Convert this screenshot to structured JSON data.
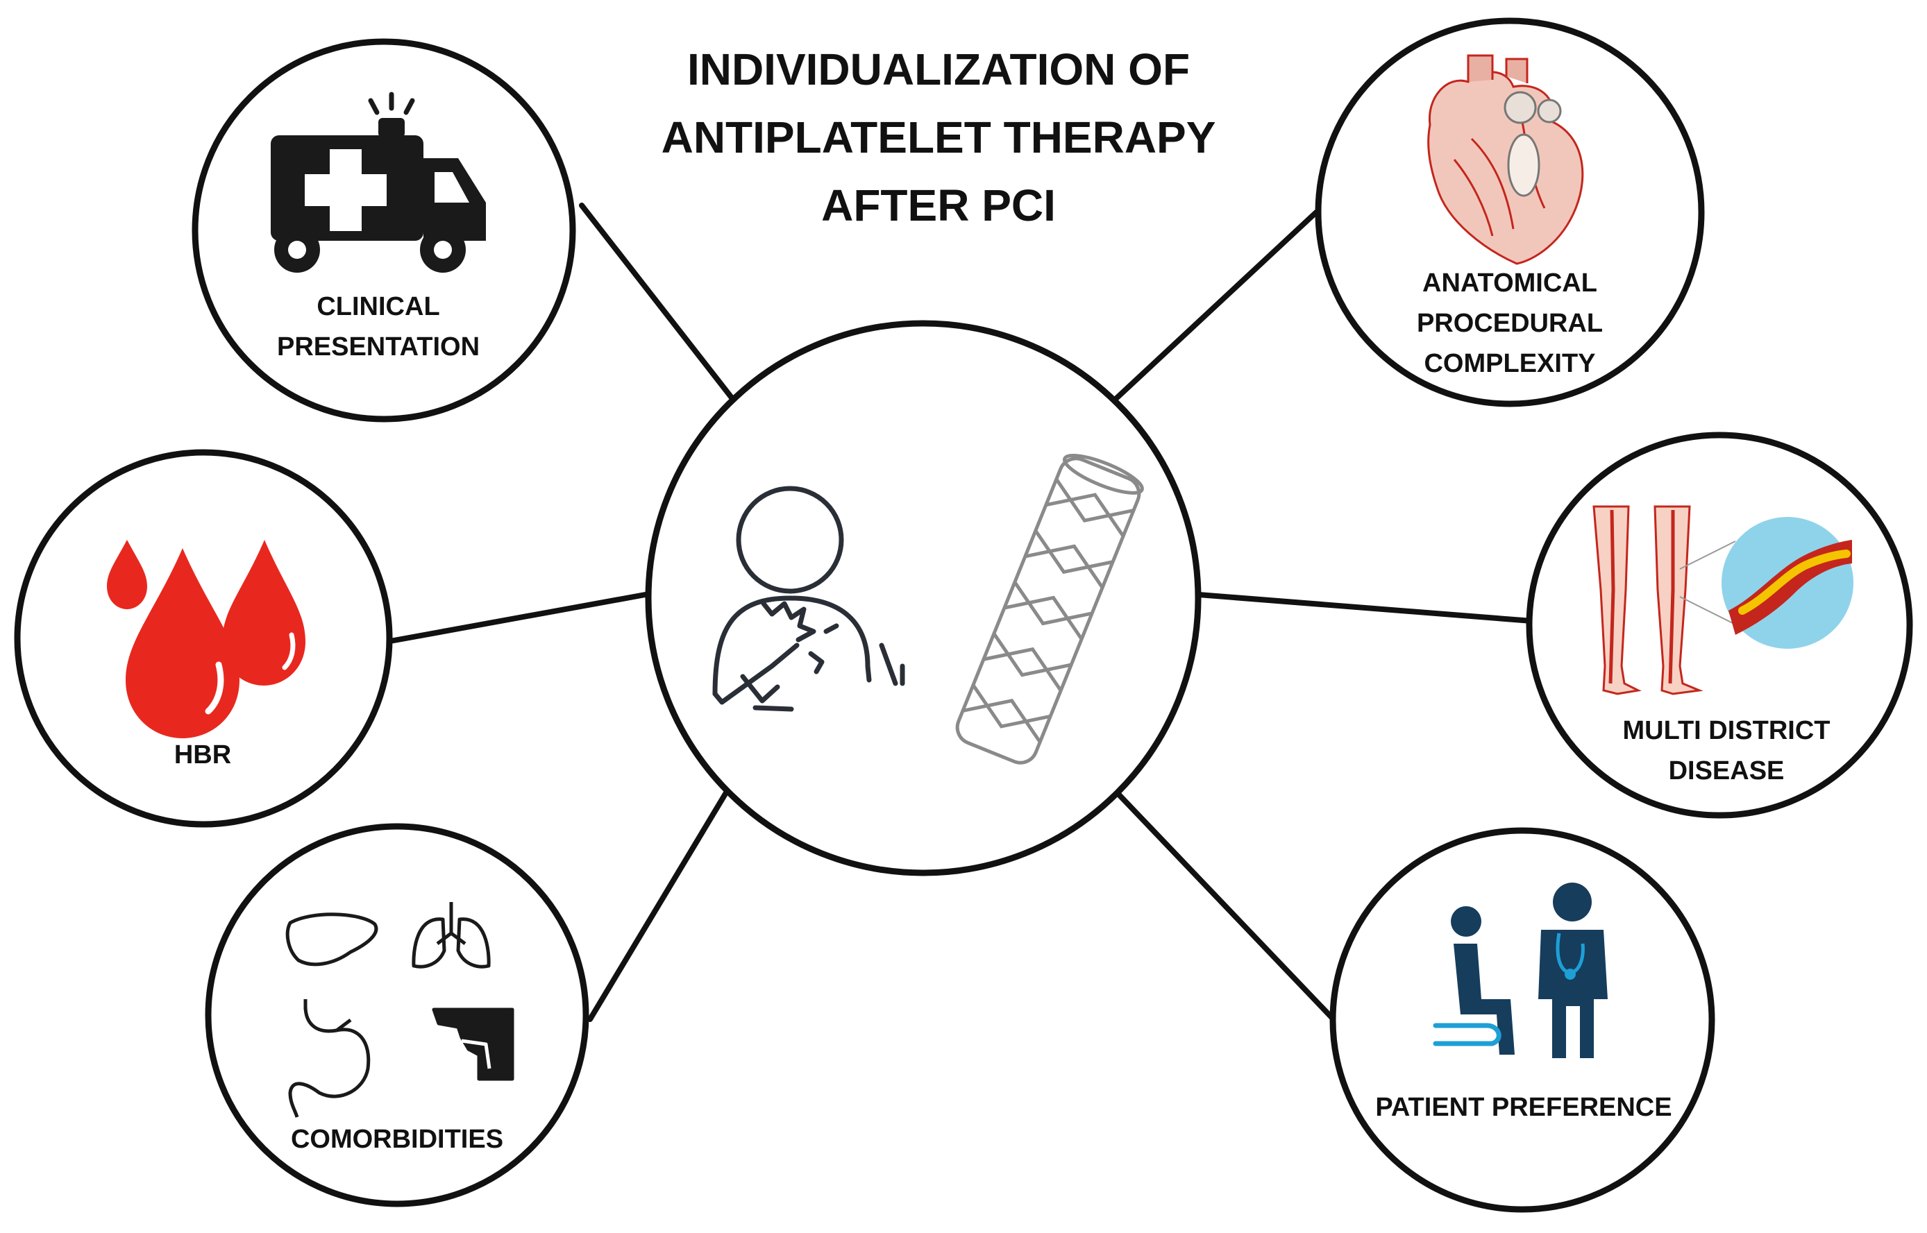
{
  "title": {
    "lines": [
      "INDIVIDUALIZATION OF",
      "ANTIPLATELET THERAPY",
      "AFTER PCI"
    ]
  },
  "center": {
    "icons": [
      "patient-chest-pain-icon",
      "coronary-stent-icon"
    ]
  },
  "nodes": [
    {
      "id": "clinical-presentation",
      "icon": "ambulance-icon",
      "label_lines": [
        "CLINICAL",
        "PRESENTATION"
      ]
    },
    {
      "id": "hbr",
      "icon": "blood-drops-icon",
      "label_lines": [
        "HBR"
      ]
    },
    {
      "id": "comorbidities",
      "icon": "organs-icon",
      "label_lines": [
        "COMORBIDITIES"
      ]
    },
    {
      "id": "anatomical-procedural-complexity",
      "icon": "heart-anatomy-icon",
      "label_lines": [
        "ANATOMICAL",
        "PROCEDURAL",
        "COMPLEXITY"
      ]
    },
    {
      "id": "multi-district-disease",
      "icon": "leg-arteries-icon",
      "label_lines": [
        "MULTI DISTRICT",
        "DISEASE"
      ]
    },
    {
      "id": "patient-preference",
      "icon": "patient-doctor-icon",
      "label_lines": [
        "PATIENT PREFERENCE"
      ]
    }
  ],
  "colors": {
    "outline": "#111111",
    "blood": "#e8281e",
    "heart": "#f2c7bb",
    "vessel": "#c4261d",
    "plaque": "#f5c400",
    "sky": "#8fd3ea",
    "doctor": "#163d5c",
    "accent_blue": "#1e9fd6",
    "stent": "#8a8a8a"
  }
}
